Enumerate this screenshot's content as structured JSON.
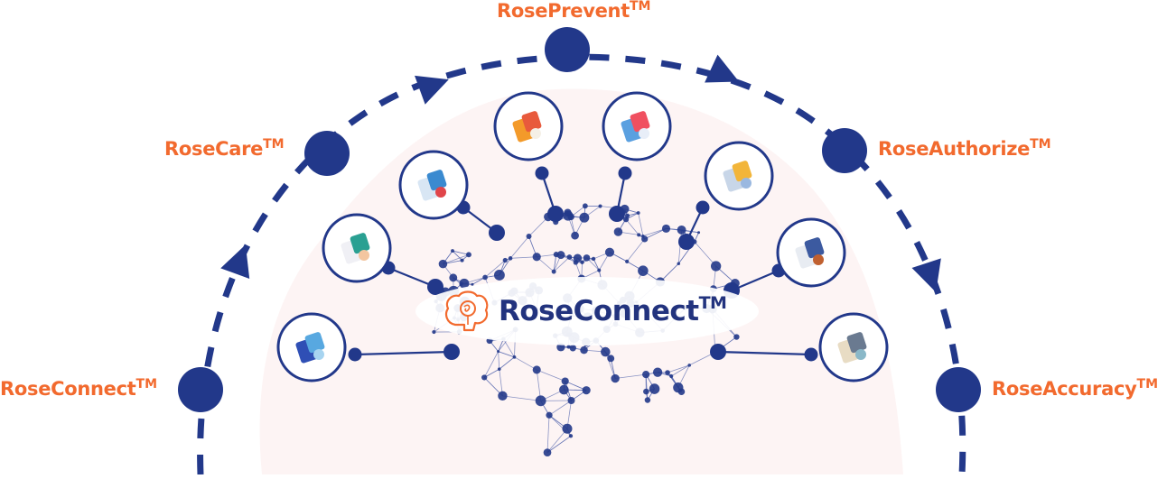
{
  "diagram": {
    "title": "RoseConnect",
    "trademark": "TM",
    "colors": {
      "label_orange": "#f26a2e",
      "node_navy": "#22388a",
      "blob_pink": "#fdf4f4",
      "center_text_navy": "#22337e",
      "logo_orange": "#f26a2e"
    },
    "cycle_stages": [
      {
        "name": "RoseConnect",
        "tm": "TM"
      },
      {
        "name": "RoseCare",
        "tm": "TM"
      },
      {
        "name": "RosePrevent",
        "tm": "TM"
      },
      {
        "name": "RoseAuthorize",
        "tm": "TM"
      },
      {
        "name": "RoseAccuracy",
        "tm": "TM"
      }
    ],
    "flow_direction": "clockwise",
    "hub": {
      "label": "RoseConnect",
      "tm": "TM",
      "logo": "brain-rose-icon"
    },
    "spokes": [
      {
        "icon": "card-payment-terminal-icon"
      },
      {
        "icon": "medical-staff-icon"
      },
      {
        "icon": "lab-test-clipboard-icon"
      },
      {
        "icon": "medication-pills-icon"
      },
      {
        "icon": "physician-telehealth-icon"
      },
      {
        "icon": "data-server-icon"
      },
      {
        "icon": "first-aid-kit-icon"
      },
      {
        "icon": "hospital-building-icon"
      }
    ]
  }
}
